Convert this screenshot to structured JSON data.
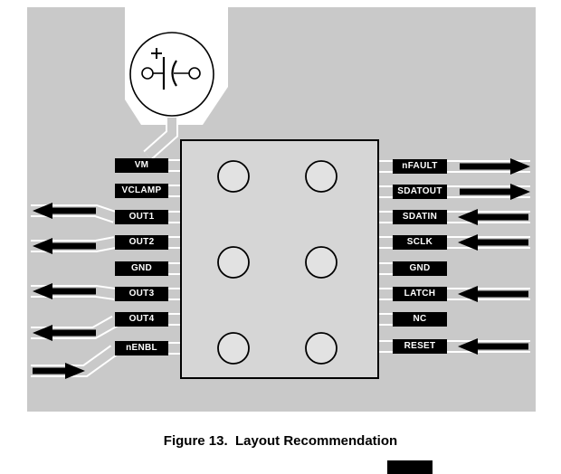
{
  "figure": {
    "caption": "Figure 13.  Layout Recommendation"
  },
  "pins": {
    "left": [
      "VM",
      "VCLAMP",
      "OUT1",
      "OUT2",
      "GND",
      "OUT3",
      "OUT4",
      "nENBL"
    ],
    "right": [
      "nFAULT",
      "SDATOUT",
      "SDATIN",
      "SCLK",
      "GND",
      "LATCH",
      "NC",
      "RESET"
    ]
  },
  "symbols": {
    "power_supply": "battery-icon"
  },
  "colors": {
    "pcb_copper": "#c9c9c9",
    "ic_body": "#d6d6d6",
    "pad_fill": "#e2e2e2",
    "label_bg": "#000000",
    "label_text": "#ffffff",
    "arrow": "#000000"
  }
}
